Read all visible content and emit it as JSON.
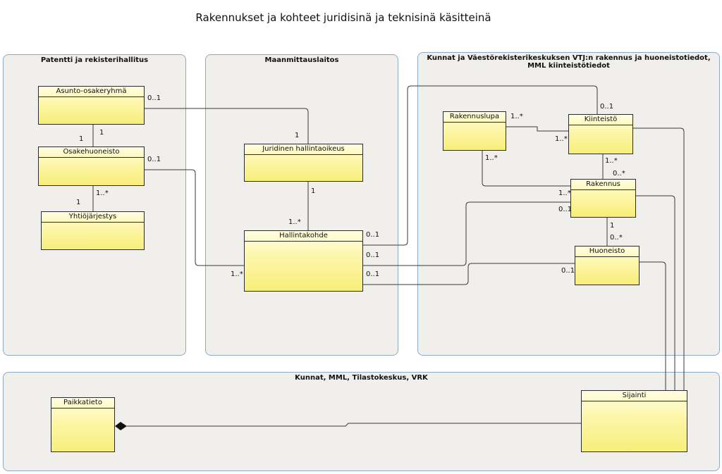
{
  "title": "Rakennukset ja kohteet juridisinä ja teknisinä käsitteinä",
  "packages": {
    "prh": "Patentti ja rekisterihallitus",
    "mml": "Maanmittauslaitos",
    "kunnat_vtj": "Kunnat ja Väestörekisterikeskuksen VTJ:n rakennus ja huoneistotiedot, MML kiinteistötiedot",
    "kunnat_all": "Kunnat, MML, Tilastokeskus, VRK"
  },
  "classes": {
    "asunto_osakeryhma": "Asunto-osakeryhmä",
    "osakehuoneisto": "Osakehuoneisto",
    "yhtiojarjestys": "Yhtiöjärjestys",
    "juridinen_hallintaoikeus": "Juridinen hallintaoikeus",
    "hallintakohde": "Hallintakohde",
    "rakennuslupa": "Rakennuslupa",
    "kiinteisto": "Kiinteistö",
    "rakennus": "Rakennus",
    "huoneisto": "Huoneisto",
    "paikkatieto": "Paikkatieto",
    "sijainti": "Sijainti"
  },
  "multiplicities": {
    "aor_jho": "0..1",
    "jho_aor": "1",
    "aor_oh_top": "1",
    "aor_oh_bottom": "1",
    "oh_hk": "0..1",
    "oh_yj_top": "1..*",
    "oh_yj_bottom": "1",
    "jho_hk_top": "1",
    "jho_hk_bottom": "1..*",
    "hk_left": "1..*",
    "hk_kiint": "0..1",
    "hk_rak": "0..1",
    "hk_huon": "0..1",
    "kiint_hk": "0..1",
    "rl_kiint": "1..*",
    "kiint_rl": "1..*",
    "rl_rak": "1..*",
    "kiint_rak": "1..*",
    "rak_kiint": "0..*",
    "rak_rl": "1..*",
    "rak_hk": "0..1",
    "rak_huon": "1",
    "huon_rak": "0..*",
    "huon_hk": "0..1"
  }
}
